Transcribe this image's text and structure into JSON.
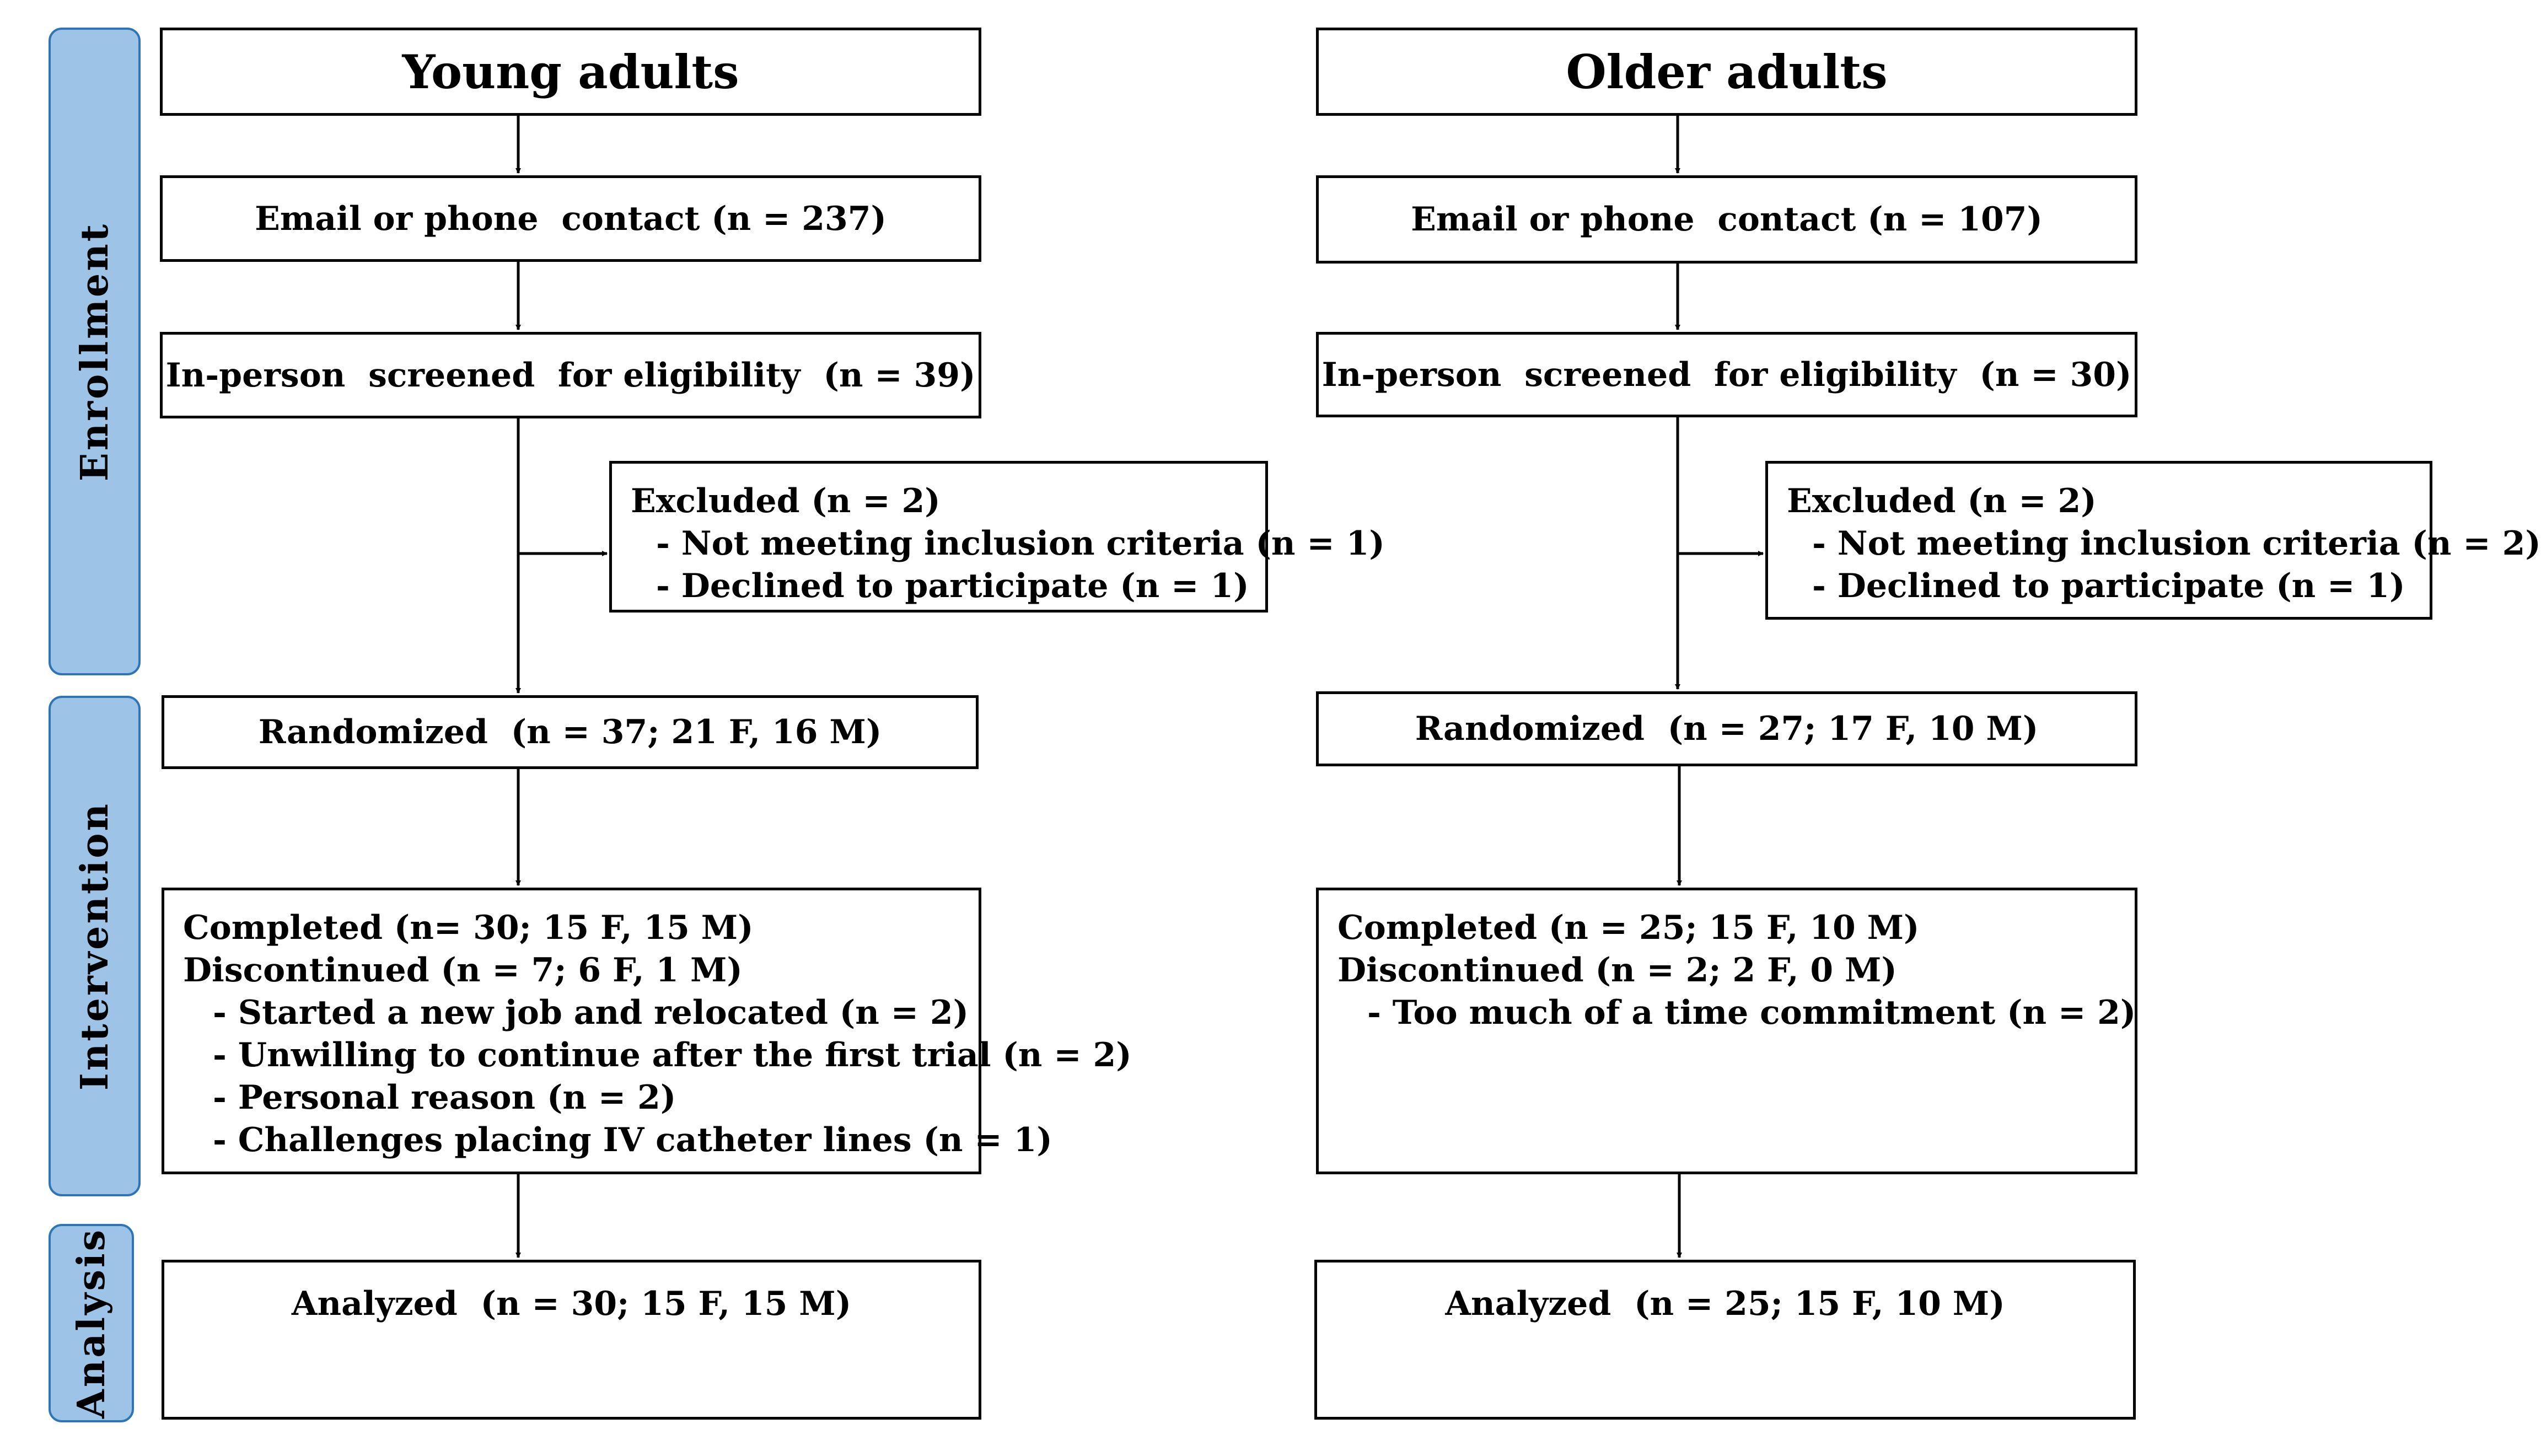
{
  "phases": {
    "enrollment": "Enrollment",
    "intervention": "Intervention",
    "analysis": "Analysis"
  },
  "young": {
    "title": "Young adults",
    "contact": "Email or phone  contact (n = 237)",
    "screened": "In-person  screened  for eligibility  (n = 39)",
    "excluded": {
      "header": "Excluded  (n = 2)",
      "items": [
        "- Not meeting  inclusion  criteria  (n = 1)",
        "- Declined  to participate  (n = 1)"
      ]
    },
    "randomized": "Randomized  (n = 37; 21 F, 16 M)",
    "intervention": {
      "completed": "Completed  (n= 30; 15 F, 15 M)",
      "discontinued": "Discontinued  (n = 7; 6 F, 1 M)",
      "reasons": [
        "- Started a new job and relocated  (n = 2)",
        "- Unwilling  to continue  after the first trial (n = 2)",
        "- Personal  reason  (n = 2)",
        "- Challenges  placing IV catheter lines  (n = 1)"
      ]
    },
    "analyzed": "Analyzed  (n = 30; 15 F, 15 M)"
  },
  "older": {
    "title": "Older adults",
    "contact": "Email or phone  contact (n = 107)",
    "screened": "In-person  screened  for eligibility  (n = 30)",
    "excluded": {
      "header": "Excluded  (n = 2)",
      "items": [
        "- Not meeting  inclusion  criteria  (n = 2)",
        "- Declined  to participate  (n = 1)"
      ]
    },
    "randomized": "Randomized  (n = 27; 17 F, 10 M)",
    "intervention": {
      "completed": "Completed  (n = 25; 15 F, 10 M)",
      "discontinued": "Discontinued  (n = 2; 2 F, 0 M)",
      "reasons": [
        "- Too  much of a time commitment  (n = 2)"
      ]
    },
    "analyzed": "Analyzed  (n = 25; 15 F, 10 M)"
  },
  "colors": {
    "phase_fill": "#9dc3e6",
    "phase_border": "#2e75b6",
    "line": "#000000"
  }
}
